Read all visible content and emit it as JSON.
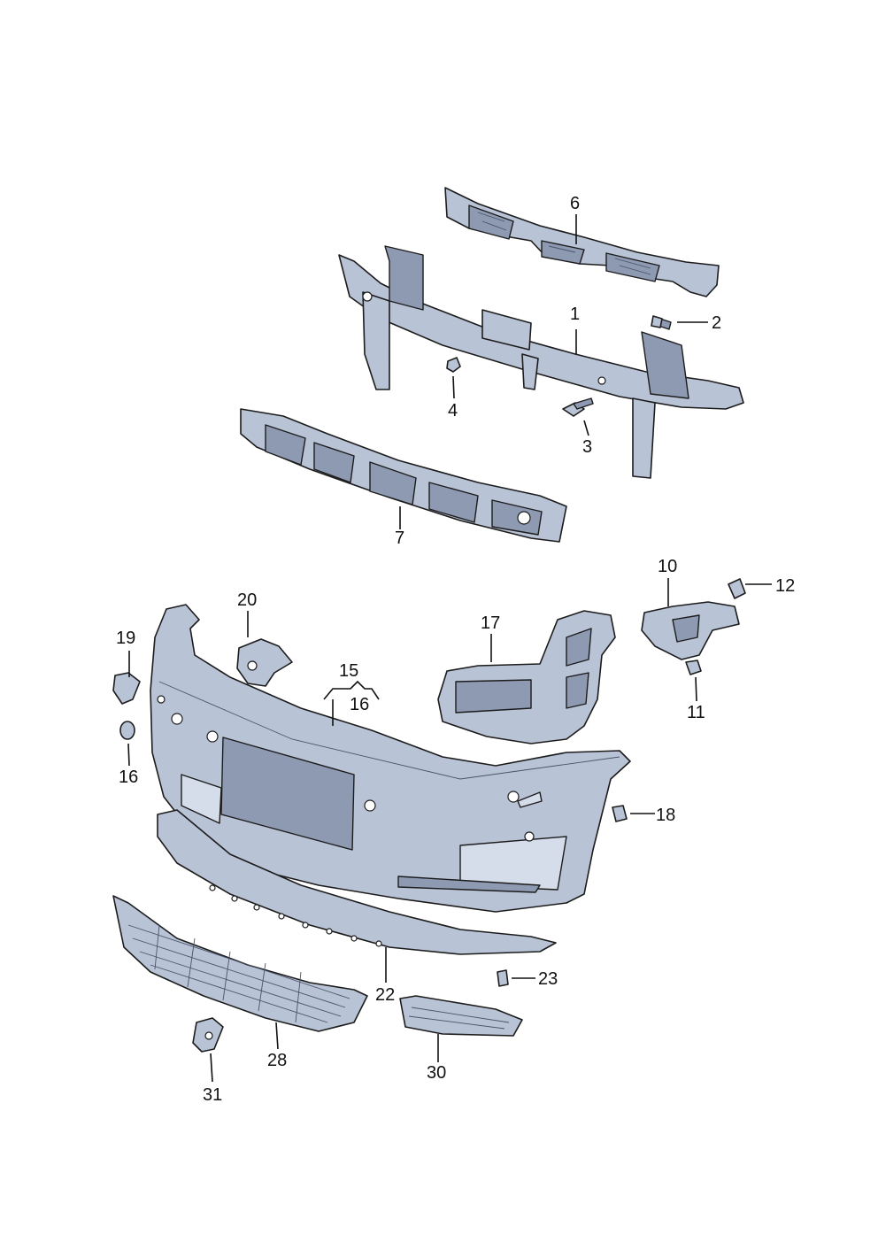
{
  "callouts": {
    "c1": "1",
    "c2": "2",
    "c3": "3",
    "c4": "4",
    "c6": "6",
    "c7": "7",
    "c10": "10",
    "c11": "11",
    "c12": "12",
    "c15": "15",
    "c16a": "16",
    "c16b": "16",
    "c17": "17",
    "c18": "18",
    "c19": "19",
    "c20": "20",
    "c22": "22",
    "c23": "23",
    "c28": "28",
    "c30": "30",
    "c31": "31"
  },
  "colors": {
    "part_fill": "#b9c3d6",
    "part_shadow": "#8e9ab2",
    "outline": "#1c1c1c"
  }
}
